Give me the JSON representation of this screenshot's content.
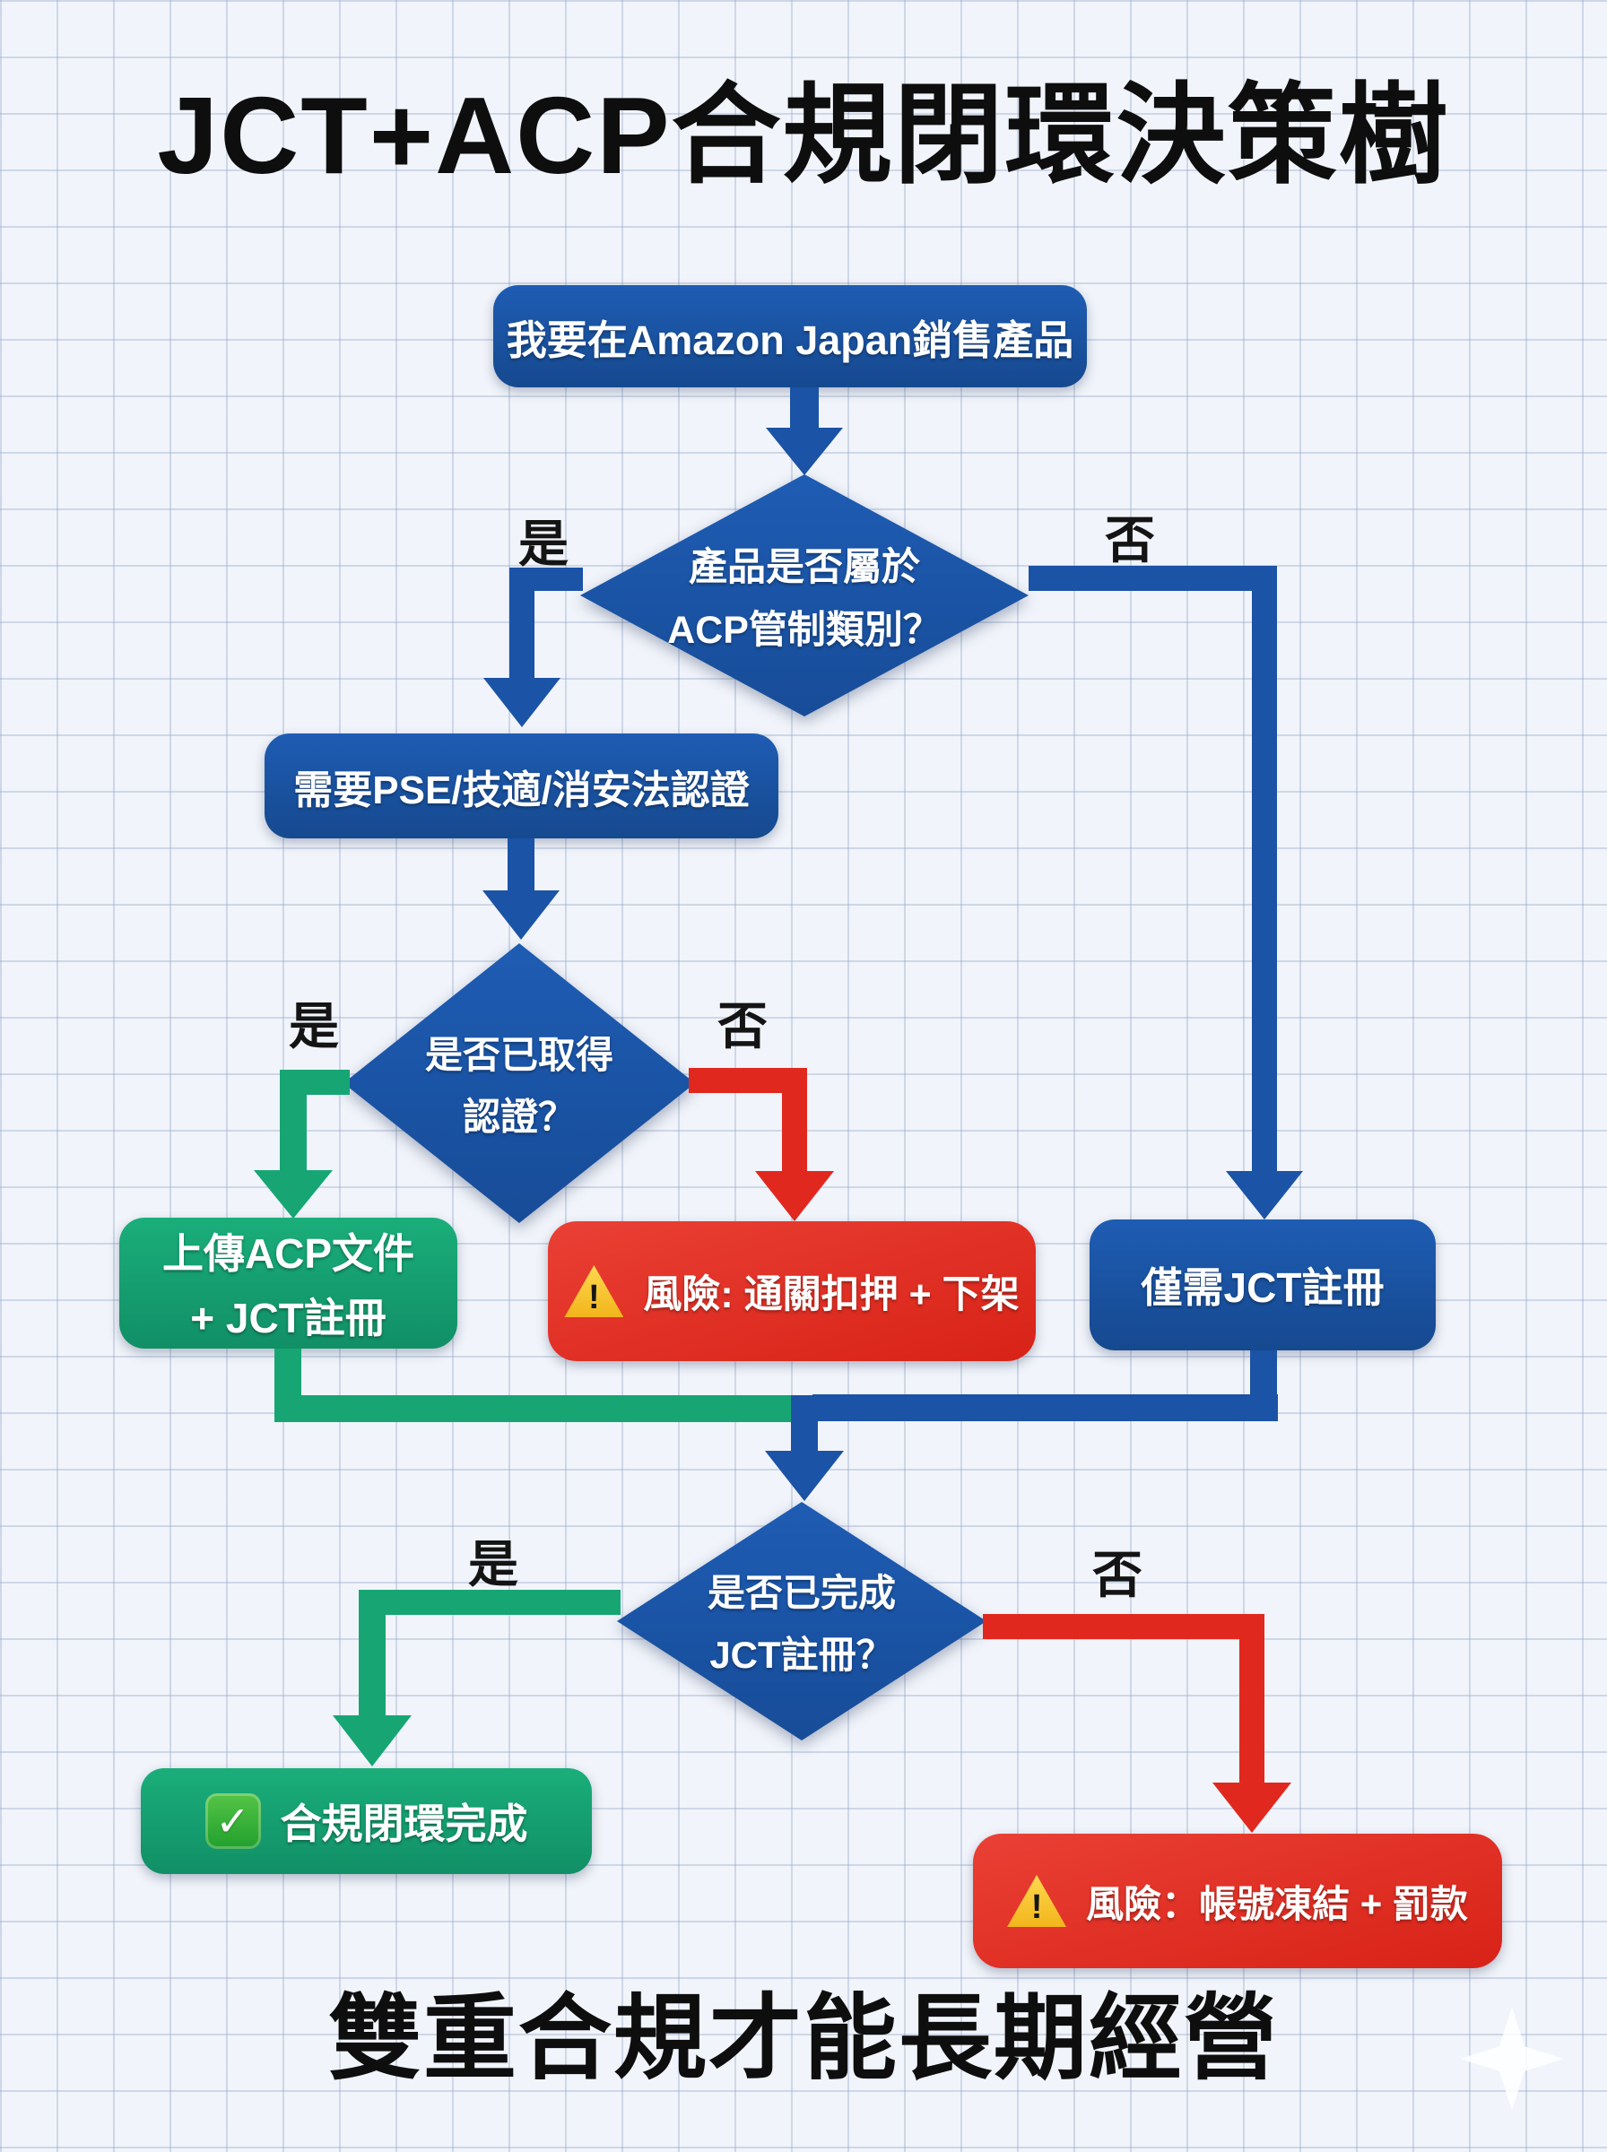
{
  "title": "JCT+ACP合規閉環決策樹",
  "slogan": "雙重合規才能長期經營",
  "colors": {
    "connector_blue": "#1b53a6",
    "connector_green": "#17a673",
    "connector_red": "#e1281f",
    "node_blue": "#1a52a5",
    "node_green": "#16a371",
    "node_red": "#e03227",
    "warning_yellow": "#f6c244",
    "text_dark": "#0e0e0e",
    "text_light": "#ffffff"
  },
  "nodes": {
    "start": {
      "label": "我要在Amazon Japan銷售產品"
    },
    "q_acp": {
      "line1": "產品是否屬於",
      "line2": "ACP管制類別？"
    },
    "need_cert": {
      "label": "需要PSE/技適/消安法認證"
    },
    "q_cert": {
      "line1": "是否已取得",
      "line2": "認證？"
    },
    "upload_acp": {
      "line1": "上傳ACP文件",
      "line2": "+ JCT註冊"
    },
    "risk_customs": {
      "icon": "warning-icon",
      "label": "風險: 通關扣押 + 下架"
    },
    "jct_only": {
      "label": "僅需JCT註冊"
    },
    "q_jct": {
      "line1": "是否已完成",
      "line2": "JCT註冊？"
    },
    "done": {
      "icon": "check-icon",
      "label": "合規閉環完成"
    },
    "risk_account": {
      "icon": "warning-icon",
      "label": "風險：帳號凍結 + 罰款"
    }
  },
  "edges": {
    "q_acp_yes": "是",
    "q_acp_no": "否",
    "q_cert_yes": "是",
    "q_cert_no": "否",
    "q_jct_yes": "是",
    "q_jct_no": "否"
  },
  "decor": {
    "sparkle": "sparkle-icon"
  }
}
